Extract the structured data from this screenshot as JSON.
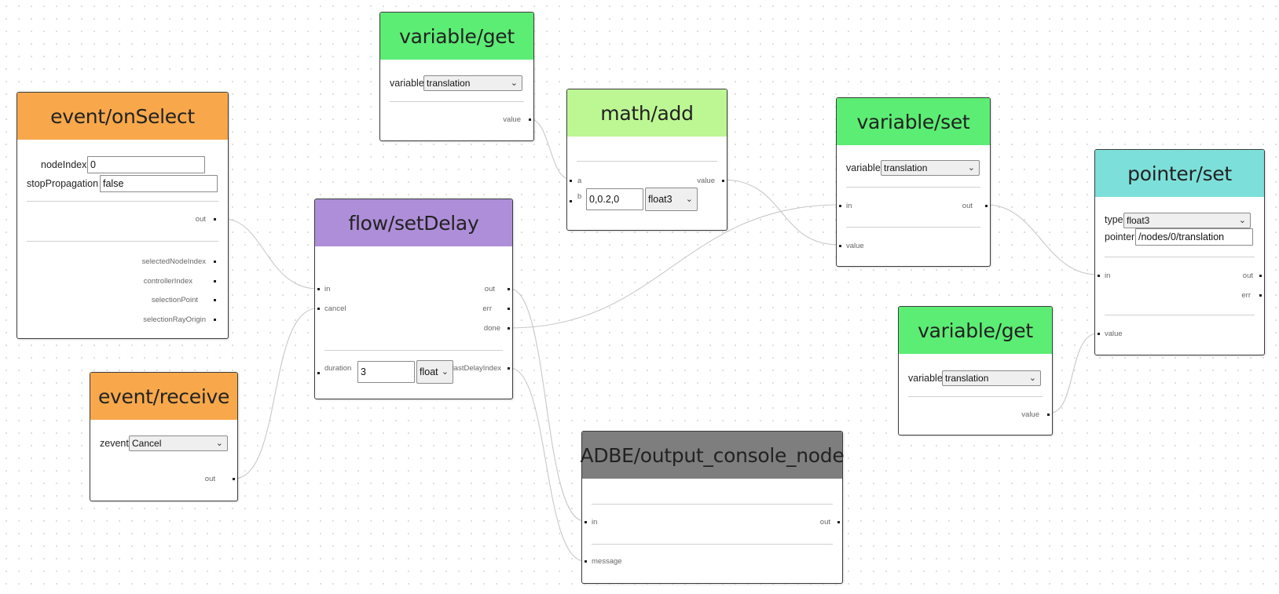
{
  "colors": {
    "event": "#f8a84a",
    "variable": "#5ced74",
    "math": "#bdf794",
    "flow": "#af8ed9",
    "pointer": "#7ddfd9",
    "output": "#7e7e7e",
    "wire": "#c8c8c8"
  },
  "icons": {
    "socket": "socket-icon",
    "dropdown": "chevron-down-icon"
  },
  "nodes": {
    "on_select": {
      "title": "event/onSelect",
      "fields": {
        "node_index_label": "nodeIndex",
        "node_index_value": "0",
        "stop_prop_label": "stopPropagation",
        "stop_prop_value": "false"
      },
      "outputs": [
        "out",
        "selectedNodeIndex",
        "controllerIndex",
        "selectionPoint",
        "selectionRayOrigin"
      ]
    },
    "receive": {
      "title": "event/receive",
      "fields": {
        "zevent_label": "zevent",
        "zevent_value": "Cancel"
      },
      "outputs": [
        "out"
      ]
    },
    "var_get_1": {
      "title": "variable/get",
      "fields": {
        "variable_label": "variable",
        "variable_value": "translation"
      },
      "outputs": [
        "value"
      ]
    },
    "math_add": {
      "title": "math/add",
      "inputs": [
        "a",
        "b"
      ],
      "fields": {
        "b_value": "0,0.2,0",
        "b_type": "float3"
      },
      "outputs": [
        "value"
      ]
    },
    "set_delay": {
      "title": "flow/setDelay",
      "inputs": [
        "in",
        "cancel",
        "duration"
      ],
      "fields": {
        "duration_value": "3",
        "duration_type": "float"
      },
      "outputs": [
        "out",
        "err",
        "done",
        "lastDelayIndex"
      ]
    },
    "var_set": {
      "title": "variable/set",
      "fields": {
        "variable_label": "variable",
        "variable_value": "translation"
      },
      "inputs": [
        "in",
        "value"
      ],
      "outputs": [
        "out"
      ]
    },
    "var_get_2": {
      "title": "variable/get",
      "fields": {
        "variable_label": "variable",
        "variable_value": "translation"
      },
      "outputs": [
        "value"
      ]
    },
    "pointer_set": {
      "title": "pointer/set",
      "fields": {
        "type_label": "type",
        "type_value": "float3",
        "pointer_label": "pointer",
        "pointer_value": "/nodes/0/translation"
      },
      "inputs": [
        "in",
        "value"
      ],
      "outputs": [
        "out",
        "err"
      ]
    },
    "console": {
      "title": "ADBE/output_console_node",
      "inputs": [
        "in",
        "message"
      ],
      "outputs": [
        "out"
      ]
    }
  }
}
